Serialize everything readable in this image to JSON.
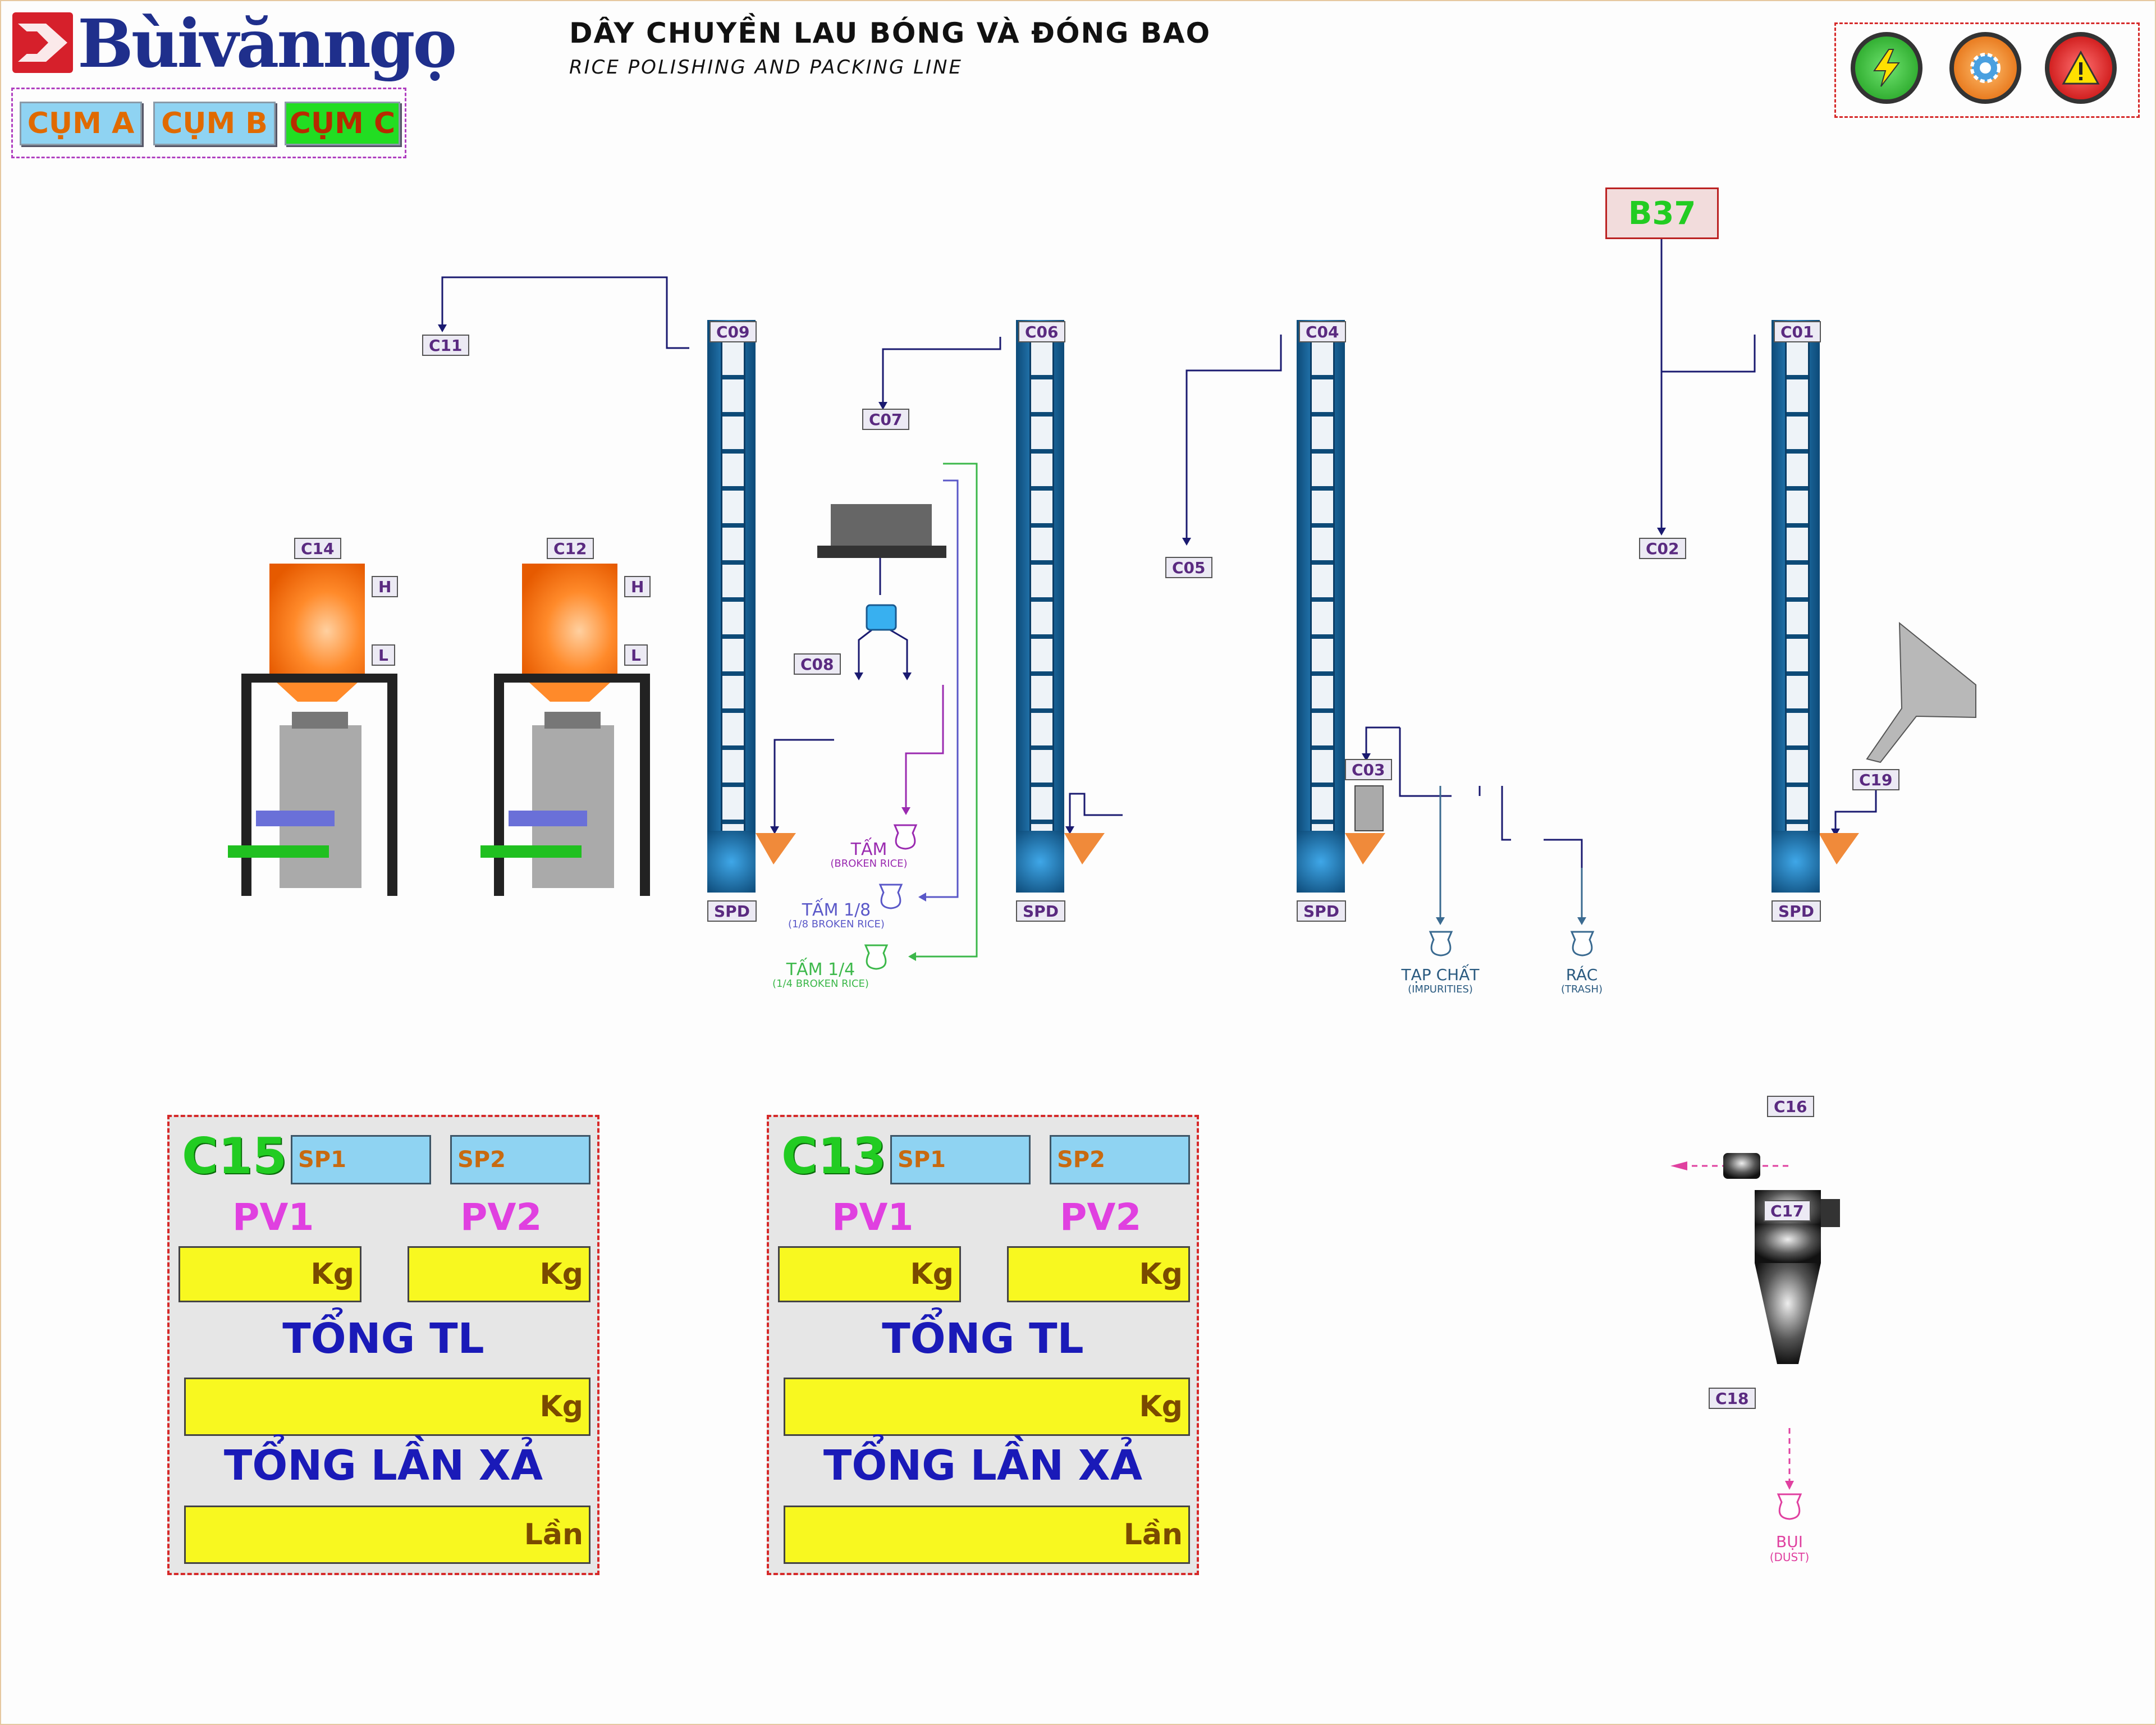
{
  "header": {
    "brand": "Bùivănngọ",
    "title_vi": "DÂY CHUYỀN LAU BÓNG VÀ ĐÓNG BAO",
    "title_en": "RICE POLISHING AND PACKING LINE"
  },
  "cum_tabs": [
    {
      "label": "CỤM A",
      "color": "#8fd3f2"
    },
    {
      "label": "CỤM B",
      "color": "#8fd3f2"
    },
    {
      "label": "CỤM C",
      "color": "#22dd22"
    }
  ],
  "status_buttons": [
    {
      "icon": "power-lightning-icon",
      "color": "#2bb52b"
    },
    {
      "icon": "settings-gear-icon",
      "color": "#f08020"
    },
    {
      "icon": "alarm-warning-icon",
      "color": "#d62a2a"
    }
  ],
  "equipment": {
    "b37": "B37",
    "c01": "C01",
    "c02": "C02",
    "c03": "C03",
    "c04": "C04",
    "c05": "C05",
    "c06": "C06",
    "c07": "C07",
    "c08": "C08",
    "c09": "C09",
    "c11": "C11",
    "c12": "C12",
    "c14": "C14",
    "c16": "C16",
    "c17": "C17",
    "c18": "C18",
    "c19": "C19",
    "spd": "SPD",
    "h": "H",
    "l": "L"
  },
  "outputs": {
    "tam": "TẤM",
    "tam_en": "(BROKEN RICE)",
    "tam18": "TẤM 1/8",
    "tam18_en": "(1/8 BROKEN RICE)",
    "tam14": "TẤM 1/4",
    "tam14_en": "(1/4 BROKEN RICE)",
    "tapchat": "TẠP CHẤT",
    "tapchat_en": "(IMPURITIES)",
    "rac": "RÁC",
    "rac_en": "(TRASH)",
    "bui": "BỤI",
    "bui_en": "(DUST)"
  },
  "panels": [
    {
      "id": "C15",
      "sp1": "SP1",
      "sp2": "SP2",
      "pv1": "PV1",
      "pv2": "PV2",
      "unit_kg": "Kg",
      "total_weight": "TỔNG TL",
      "total_discharge": "TỔNG LẦN XẢ",
      "unit_times": "Lần"
    },
    {
      "id": "C13",
      "sp1": "SP1",
      "sp2": "SP2",
      "pv1": "PV1",
      "pv2": "PV2",
      "unit_kg": "Kg",
      "total_weight": "TỔNG TL",
      "total_discharge": "TỔNG LẦN XẢ",
      "unit_times": "Lần"
    }
  ]
}
